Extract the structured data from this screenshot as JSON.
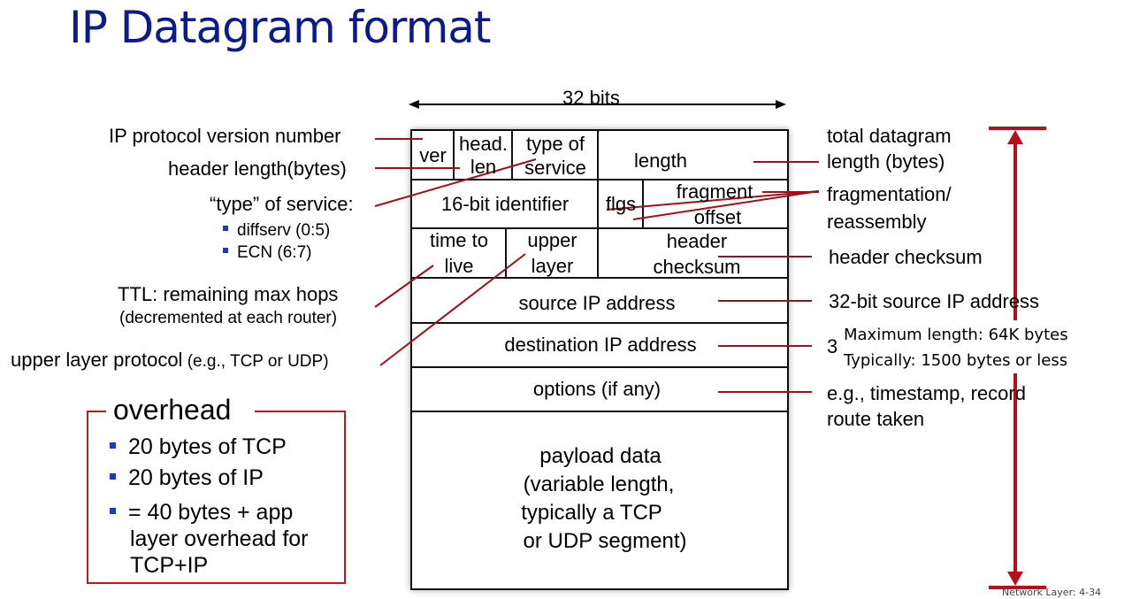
{
  "title": "IP Datagram format",
  "width_label": "32 bits",
  "fields": {
    "ver": "ver",
    "head_len_1": "head.",
    "head_len_2": "len",
    "tos_1": "type of",
    "tos_2": "service",
    "length": "length",
    "identifier": "16-bit identifier",
    "flgs": "flgs",
    "frag_1": "fragment",
    "frag_2": "offset",
    "ttl_1": "time to",
    "ttl_2": "live",
    "upper_1": "upper",
    "upper_2": "layer",
    "checksum_1": "header",
    "checksum_2": "checksum",
    "source": "source IP address",
    "destination": "destination IP address",
    "options": "options (if any)",
    "payload": [
      "payload data",
      "(variable length,",
      "typically a TCP",
      "or UDP segment)"
    ]
  },
  "left_labels": {
    "version": "IP protocol version number",
    "header_length": "header length(bytes)",
    "service": "“type” of service:",
    "service_items": [
      "diffserv (0:5)",
      "ECN (6:7)"
    ],
    "ttl_1": "TTL: remaining  max hops",
    "ttl_2": "(decremented at each router)",
    "upper_main": "upper layer protocol",
    "upper_sub": " (e.g., TCP or UDP)"
  },
  "right_labels": {
    "total_length_1": "total datagram",
    "total_length_2": "length (bytes)",
    "frag_1": "fragmentation/",
    "frag_2": "reassembly",
    "checksum": "header checksum",
    "source": "32-bit source IP address",
    "dest_partial": "3",
    "options_1": "e.g., timestamp, record",
    "options_2": "route taken"
  },
  "note": [
    "Maximum length: 64K bytes",
    "Typically: 1500 bytes or less"
  ],
  "overhead": {
    "title": "overhead",
    "items": [
      "20 bytes of TCP",
      "20 bytes of IP"
    ],
    "item3_lines": [
      "= 40 bytes + app",
      "layer overhead for",
      "TCP+IP"
    ]
  },
  "footer": "Network Layer: 4-34",
  "colors": {
    "title": "#0b1a8c",
    "annotation_line": "#a0101a",
    "bullet": "#1f3ab5"
  }
}
